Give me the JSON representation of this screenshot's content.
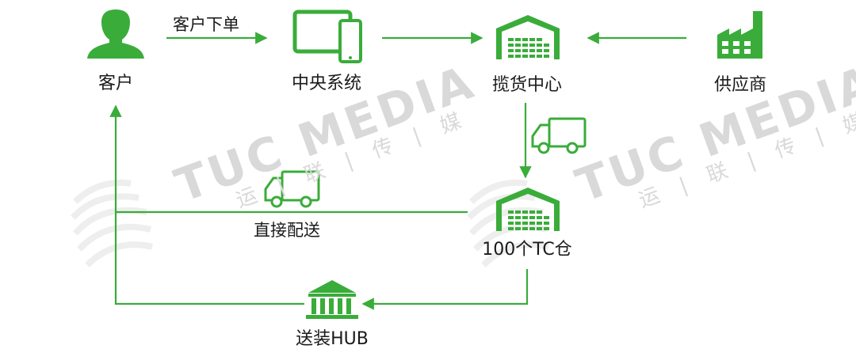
{
  "colors": {
    "accent": "#3aac3a",
    "text": "#1a1a1a",
    "watermark": "#dcdcdc"
  },
  "nodes": {
    "customer": {
      "label": "客户",
      "icon": "person-icon"
    },
    "central_system": {
      "label": "中央系统",
      "icon": "tablet-phone-icon"
    },
    "consolidation_center": {
      "label": "揽货中心",
      "icon": "warehouse-icon"
    },
    "supplier": {
      "label": "供应商",
      "icon": "factory-icon"
    },
    "tc_warehouse": {
      "label": "100个TC仓",
      "icon": "warehouse-icon"
    },
    "delivery_hub": {
      "label": "送装HUB",
      "icon": "bank-building-icon"
    }
  },
  "edges": {
    "order": {
      "label": "客户下单"
    },
    "direct_delivery": {
      "label": "直接配送"
    }
  },
  "watermark": {
    "brand": "TUC MEDIA",
    "sub": "运 | 联 | 传 | 媒"
  }
}
